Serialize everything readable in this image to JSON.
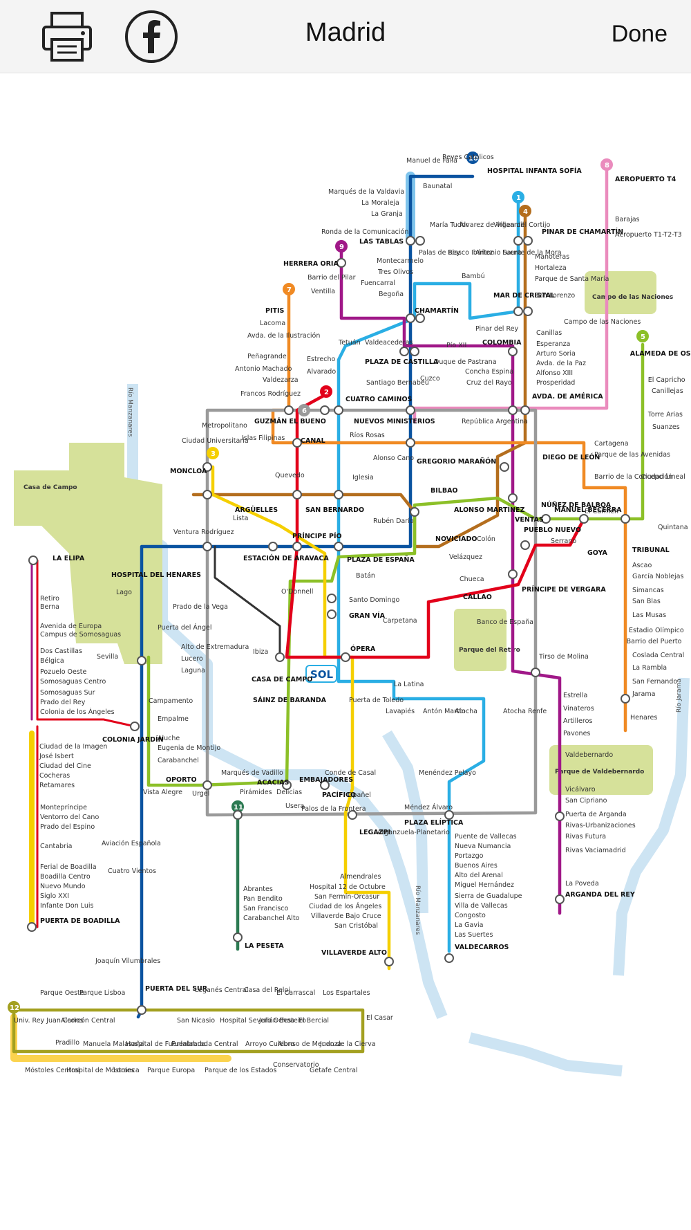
{
  "toolbar": {
    "title": "Madrid",
    "done_label": "Done",
    "print_icon": "printer-icon",
    "facebook_icon": "facebook-icon"
  },
  "map": {
    "sol_label": "SOL",
    "rivers": [
      "Río Manzanares",
      "Río Manzanares",
      "Río Jarama"
    ],
    "parks": [
      "Casa de Campo",
      "Campo de las Naciones",
      "Parque del Retiro",
      "Parque de Valdebernardo"
    ],
    "line_colors": {
      "1": "#2aaee4",
      "2": "#e2001a",
      "3": "#f5cf00",
      "4": "#b46e1e",
      "5": "#8cc028",
      "6": "#9a9a9a",
      "7": "#f08a24",
      "8": "#ea8bbd",
      "9": "#a01888",
      "10": "#0a53a0",
      "11": "#2c7a52",
      "12": "#a3a020",
      "R": "#333333"
    },
    "line_badges": [
      "1",
      "2",
      "3",
      "4",
      "5",
      "6",
      "7",
      "8",
      "9",
      "10",
      "11",
      "12"
    ],
    "stations": [
      "Manuel de Falla",
      "Reyes Católicos",
      "HOSPITAL INFANTA SOFÍA",
      "Baunatal",
      "Marqués de la Valdavia",
      "La Moraleja",
      "La Granja",
      "Ronda de la Comunicación",
      "LAS TABLAS",
      "María Tudor",
      "Álvarez de Villaamil",
      "Virgen del Cortijo",
      "PINAR DE CHAMARTÍN",
      "Palas de Rey",
      "Blasco Ibáñez",
      "Antonio Saura",
      "Fuente de la Mora",
      "HERRERA ORIA",
      "Montecarmelo",
      "Tres Olivos",
      "Fuencarral",
      "Begoña",
      "Barrio del Pilar",
      "Ventilla",
      "Bambú",
      "Manoteras",
      "Hortaleza",
      "Parque de Santa María",
      "San Lorenzo",
      "MAR DE CRISTAL",
      "AEROPUERTO T4",
      "Barajas",
      "Aeropuerto T1-T2-T3",
      "CHAMARTÍN",
      "PITIS",
      "Lacoma",
      "Avda. de la Ilustración",
      "Peñagrande",
      "Antonio Machado",
      "Valdezarza",
      "Francos Rodríguez",
      "Pinar del Rey",
      "Canillas",
      "Campo de las Naciones",
      "Esperanza",
      "Arturo Soria",
      "Avda. de la Paz",
      "Alfonso XIII",
      "Prosperidad",
      "COLOMBIA",
      "Tetuán",
      "Valdeacederas",
      "Pío XII",
      "Estrecho",
      "PLAZA DE CASTILLA",
      "Duque de Pastrana",
      "Concha Espina",
      "Alvarado",
      "Cuzco",
      "Cruz del Rayo",
      "Santiago Bernabéu",
      "ALAMEDA DE OSUNA",
      "El Capricho",
      "Canillejas",
      "Torre Arias",
      "Suanzes",
      "CUATRO CAMINOS",
      "GUZMÁN EL BUENO",
      "NUEVOS MINISTERIOS",
      "AVDA. DE AMÉRICA",
      "Metropolitano",
      "República Argentina",
      "Islas Filipinas",
      "Ciudad Universitaria",
      "CANAL",
      "Ríos Rosas",
      "Alonso Cano",
      "GREGORIO MARAÑÓN",
      "Cartagena",
      "Parque de las Avenidas",
      "Barrio de la Concepción",
      "Ciudad Lineal",
      "MONCLOA",
      "Quevedo",
      "Iglesia",
      "DIEGO DE LEÓN",
      "ARGÜELLES",
      "SAN BERNARDO",
      "BILBAO",
      "Rubén Darío",
      "ALONSO MARTÍNEZ",
      "NÚÑEZ DE BALBOA",
      "MANUEL BECERRA",
      "El Carmen",
      "Quintana",
      "PUEBLO NUEVO",
      "VENTAS",
      "Lista",
      "Ventura Rodríguez",
      "PRÍNCIPE PÍO",
      "NOVICIADO",
      "Colón",
      "Velázquez",
      "Serrano",
      "GOYA",
      "LA ELIPA",
      "ESTACIÓN DE ARAVACA",
      "PLAZA DE ESPAÑA",
      "TRIBUNAL",
      "Ascao",
      "García Noblejas",
      "Simancas",
      "San Blas",
      "Las Musas",
      "Estadio Olímpico",
      "Barrio del Puerto",
      "Coslada Central",
      "La Rambla",
      "San Fernando",
      "Jarama",
      "Henares",
      "HOSPITAL DEL HENARES",
      "Lago",
      "Batán",
      "Chueca",
      "PRÍNCIPE DE VERGARA",
      "O'Donnell",
      "Santo Domingo",
      "GRAN VÍA",
      "CALLAO",
      "Retiro",
      "Berna",
      "Avenida de Europa",
      "Campus de Somosaguas",
      "Dos Castillas",
      "Bélgica",
      "Pozuelo Oeste",
      "Somosaguas Centro",
      "Somosaguas Sur",
      "Prado del Rey",
      "Colonia de los Ángeles",
      "Prado de la Vega",
      "Puerta del Ángel",
      "Alto de Extremadura",
      "Lucero",
      "Laguna",
      "Carpetana",
      "Banco de España",
      "Ibiza",
      "ÓPERA",
      "Sevilla",
      "CASA DE CAMPO",
      "La Latina",
      "Tirso de Molina",
      "SÁINZ DE BARANDA",
      "Puerta de Toledo",
      "Lavapiés",
      "Antón Martín",
      "Atocha",
      "Atocha Renfe",
      "Estrella",
      "Vinateros",
      "Artilleros",
      "Pavones",
      "Campamento",
      "Empalme",
      "Aluche",
      "Eugenia de Montijo",
      "Carabanchel",
      "COLONIA JARDÍN",
      "Ciudad de la Imagen",
      "José Isbert",
      "Ciudad del Cine",
      "Cocheras",
      "Retamares",
      "Valdebernardo",
      "Menéndez Pelayo",
      "Vicálvaro",
      "San Cipriano",
      "Puerta de Arganda",
      "Rivas-Urbanizaciones",
      "Rivas Futura",
      "Rivas Vaciamadrid",
      "La Poveda",
      "ARGANDA DEL REY",
      "OPORTO",
      "Marqués de Vadillo",
      "ACACIAS",
      "EMBAJADORES",
      "Conde de Casal",
      "Vista Alegre",
      "Urgel",
      "Pirámides",
      "Delicias",
      "Opañel",
      "Usera",
      "Palos de la Frontera",
      "PACÍFICO",
      "PLAZA ELÍPTICA",
      "LEGAZPI",
      "Arganzuela-Planetario",
      "Méndez Álvaro",
      "Puente de Vallecas",
      "Nueva Numancia",
      "Portazgo",
      "Buenos Aires",
      "Alto del Arenal",
      "Miguel Hernández",
      "Sierra de Guadalupe",
      "Villa de Vallecas",
      "Congosto",
      "La Gavia",
      "Las Suertes",
      "VALDECARROS",
      "Montepríncipe",
      "Ventorro del Cano",
      "Prado del Espino",
      "Cantabria",
      "Ferial de Boadilla",
      "Boadilla Centro",
      "Nuevo Mundo",
      "Siglo XXI",
      "Infante Don Luis",
      "PUERTA DE BOADILLA",
      "Aviación Española",
      "Cuatro Vientos",
      "Abrantes",
      "Pan Bendito",
      "San Francisco",
      "Carabanchel Alto",
      "LA PESETA",
      "Almendrales",
      "Hospital 12 de Octubre",
      "San Fermín-Orcasur",
      "Ciudad de los Ángeles",
      "Villaverde Bajo Cruce",
      "San Cristóbal",
      "VILLAVERDE ALTO",
      "Joaquín Vilumbrales",
      "PUERTA DEL SUR",
      "Parque Oeste",
      "Parque Lisboa",
      "Leganés Central",
      "Casa del Reloj",
      "El Carrascal",
      "Los Espartales",
      "Univ. Rey Juan Carlos",
      "Alcorcón Central",
      "San Nicasio",
      "Hospital Severo Ochoa",
      "Julián Besteiro",
      "El Bercial",
      "El Casar",
      "Pradillo",
      "Manuela Malasaña",
      "Hospital de Fuenlabrada",
      "Fuenlabrada Central",
      "Arroyo Culebro",
      "Alonso de Mendoza",
      "Juan de la Cierva",
      "Móstoles Central",
      "Hospital de Móstoles",
      "Loranca",
      "Parque Europa",
      "Parque de los Estados",
      "Conservatorio",
      "Getafe Central"
    ]
  }
}
